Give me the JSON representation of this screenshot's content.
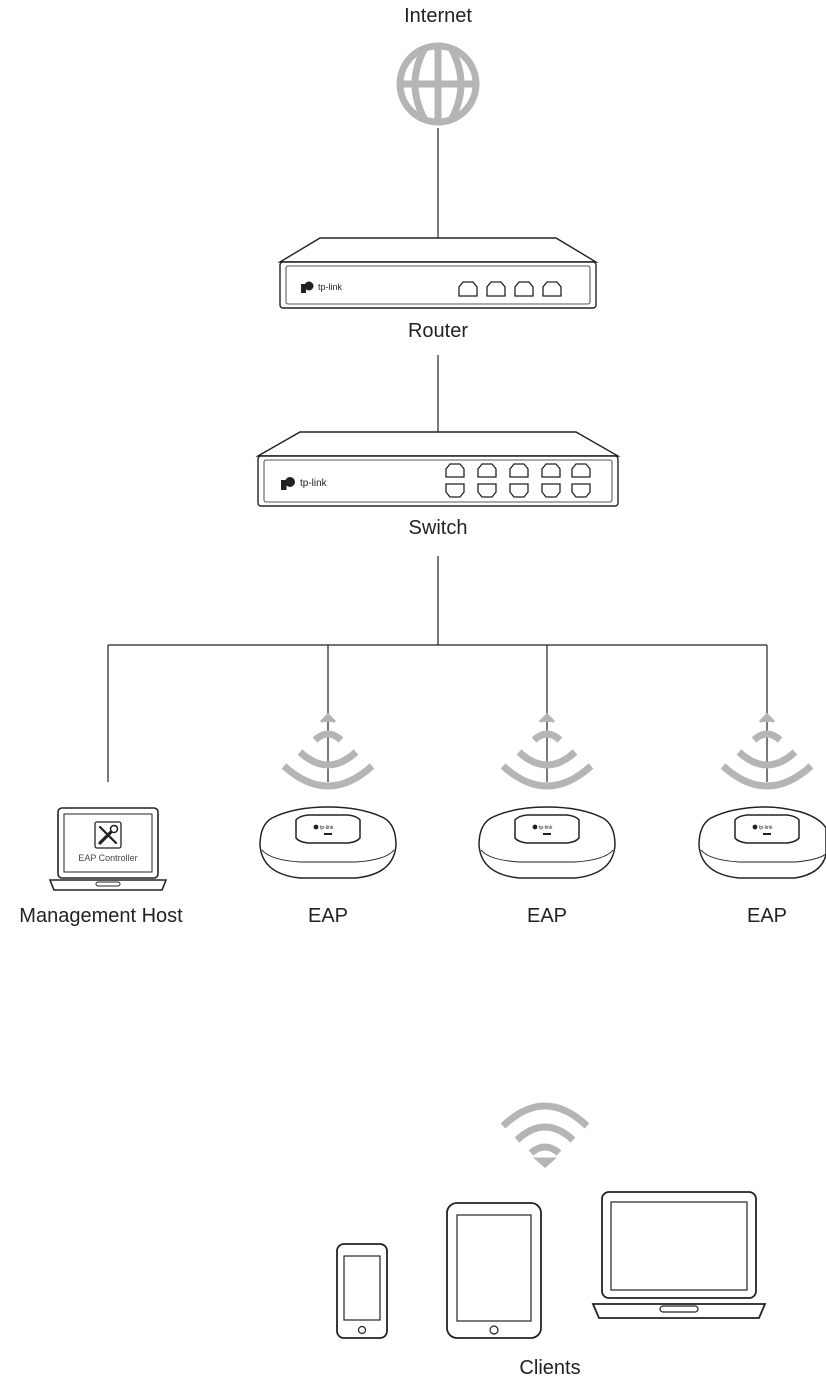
{
  "nodes": {
    "internet": {
      "label": "Internet",
      "icon": "globe-icon"
    },
    "router": {
      "label": "Router",
      "brand": "tp-link"
    },
    "switch": {
      "label": "Switch",
      "brand": "tp-link"
    },
    "management_host": {
      "label": "Management Host",
      "screen_text": "EAP Controller",
      "icon": "tools-icon"
    },
    "eaps": [
      {
        "label": "EAP",
        "brand": "tp-link"
      },
      {
        "label": "EAP",
        "brand": "tp-link"
      },
      {
        "label": "EAP",
        "brand": "tp-link"
      }
    ],
    "clients": {
      "label": "Clients"
    }
  },
  "colors": {
    "line": "#222222",
    "icon_gray": "#b5b5b5"
  }
}
